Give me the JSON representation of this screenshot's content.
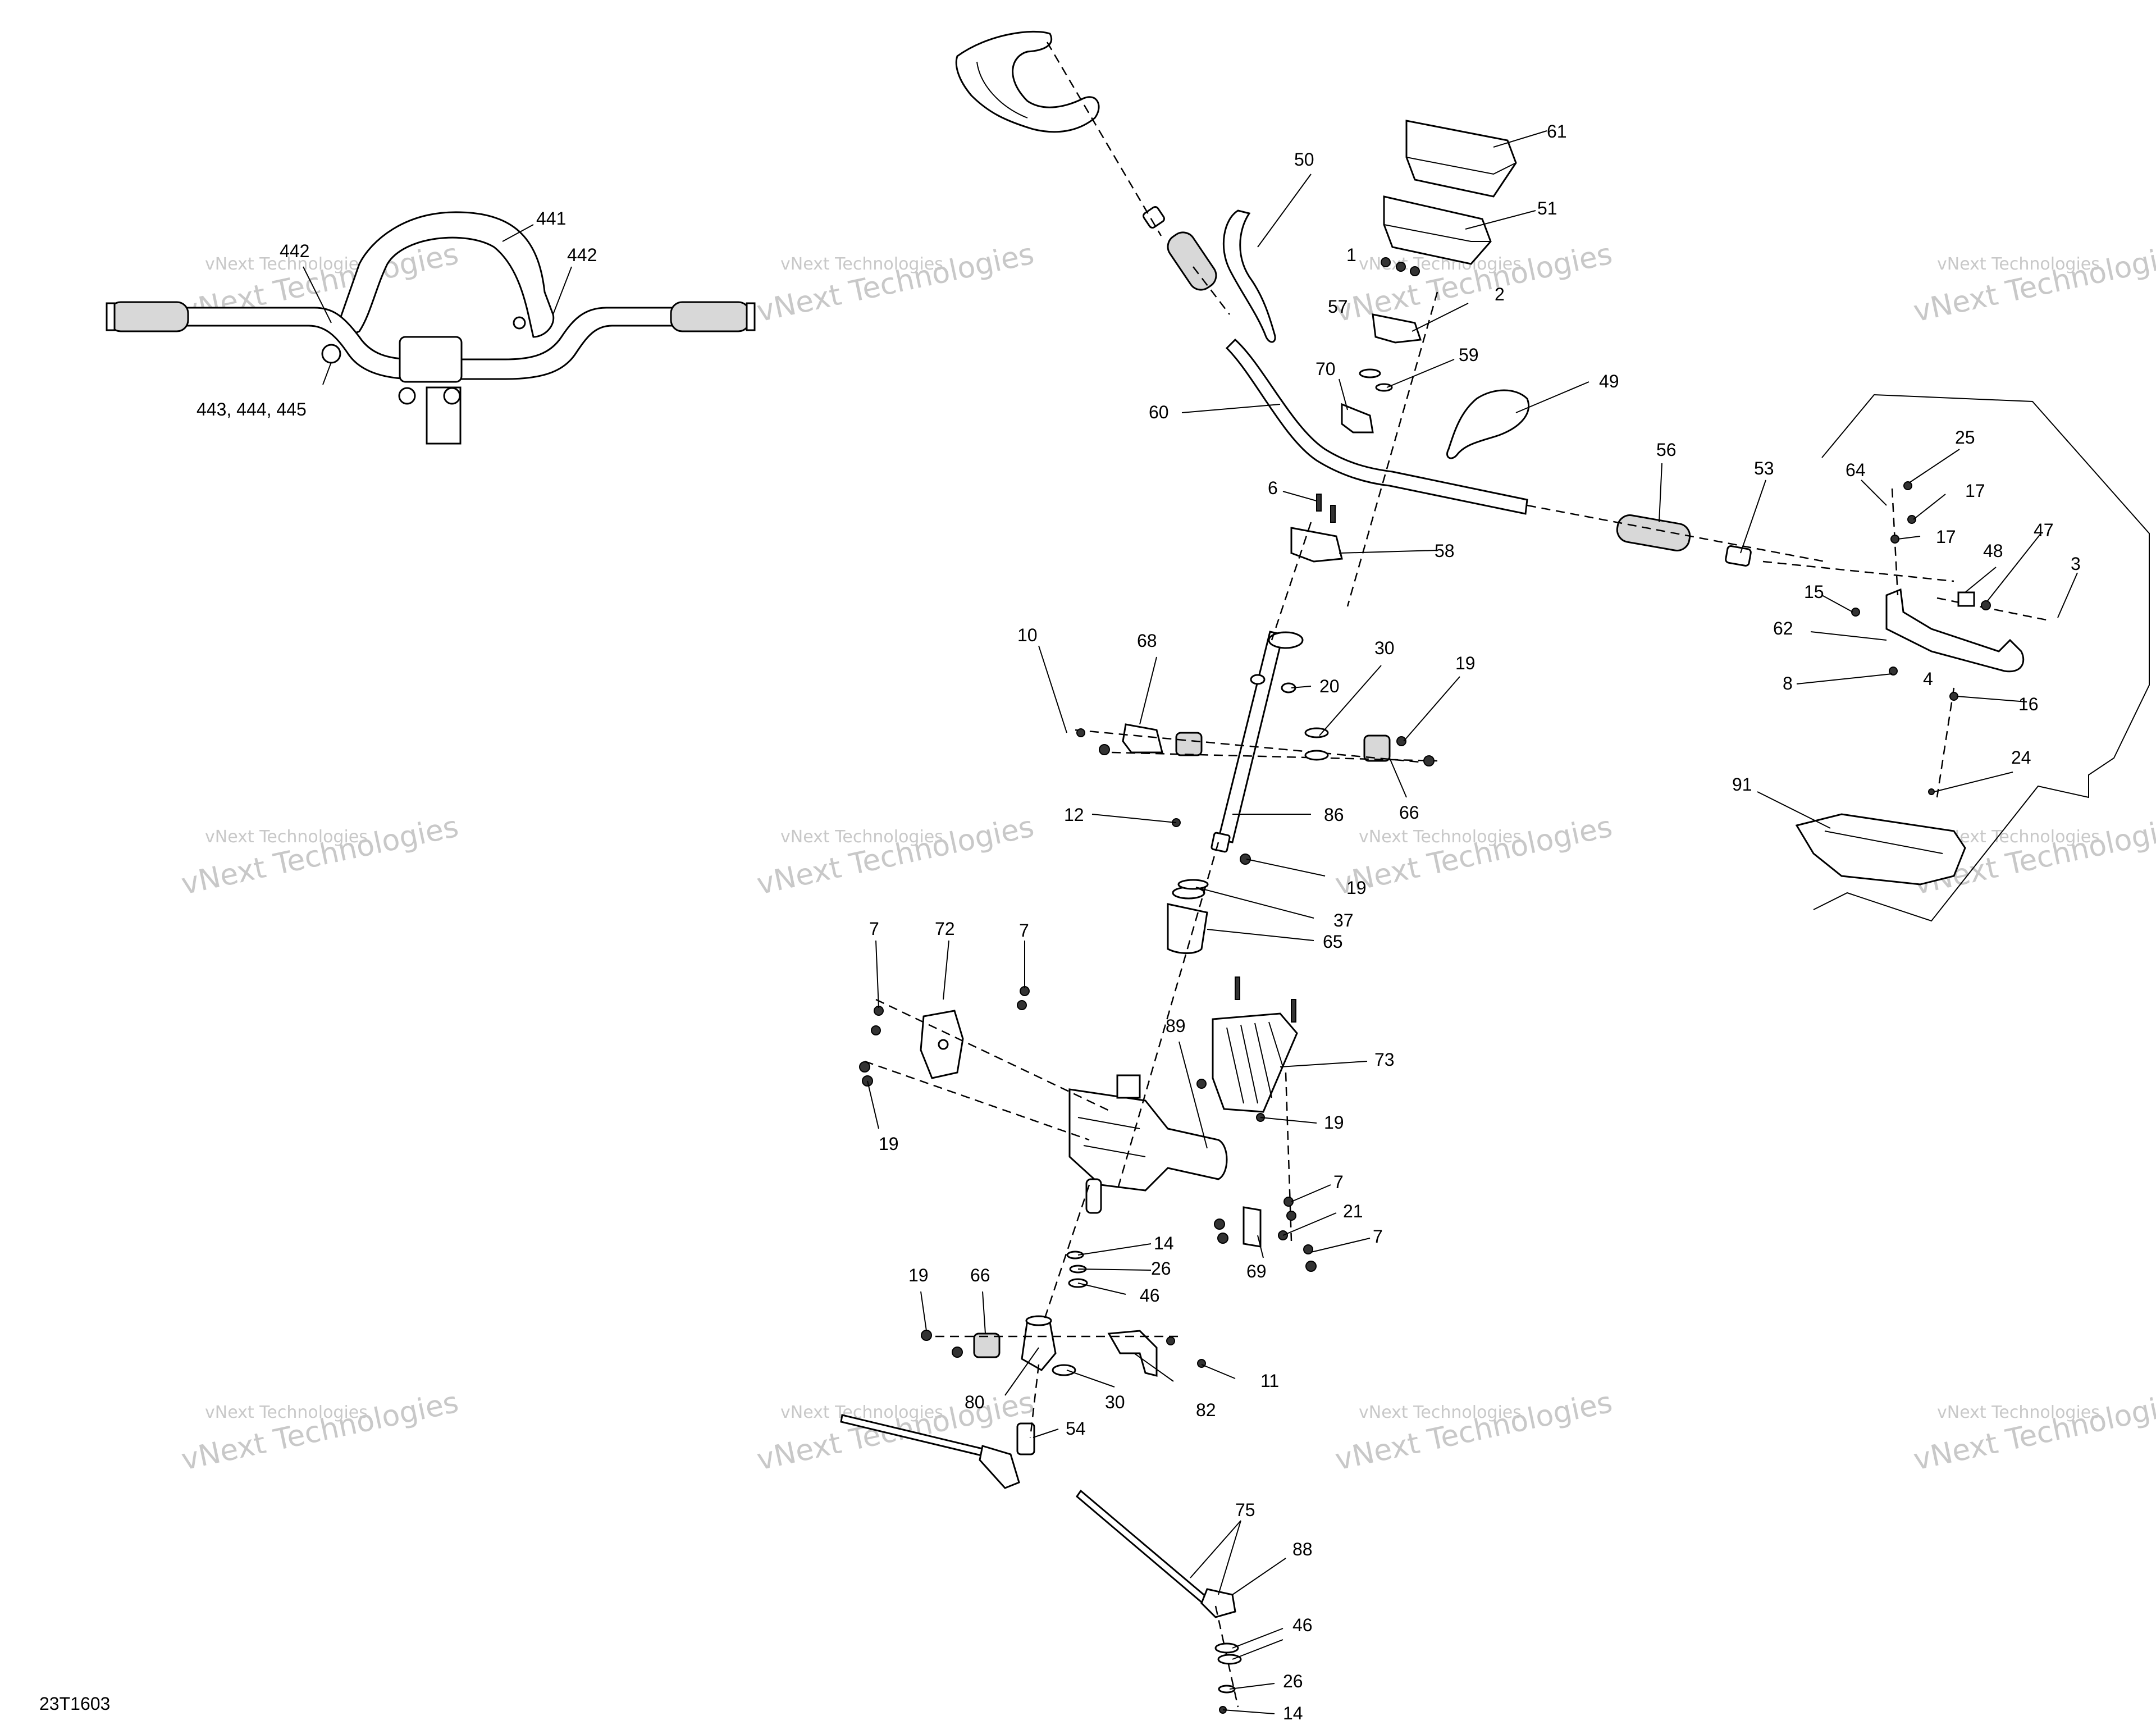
{
  "diagram": {
    "code": "23T1603",
    "watermark_line1": "vNext Technologies",
    "watermark_line2_a": "vNext",
    "watermark_line2_b": "Technologies"
  },
  "callouts": [
    {
      "id": "441",
      "label": "441"
    },
    {
      "id": "442a",
      "label": "442"
    },
    {
      "id": "442b",
      "label": "442"
    },
    {
      "id": "443",
      "label": "443, 444, 445"
    },
    {
      "id": "61",
      "label": "61"
    },
    {
      "id": "50",
      "label": "50"
    },
    {
      "id": "51",
      "label": "51"
    },
    {
      "id": "1",
      "label": "1"
    },
    {
      "id": "2",
      "label": "2"
    },
    {
      "id": "57",
      "label": "57"
    },
    {
      "id": "59",
      "label": "59"
    },
    {
      "id": "70",
      "label": "70"
    },
    {
      "id": "49",
      "label": "49"
    },
    {
      "id": "60",
      "label": "60"
    },
    {
      "id": "56",
      "label": "56"
    },
    {
      "id": "53",
      "label": "53"
    },
    {
      "id": "25",
      "label": "25"
    },
    {
      "id": "64",
      "label": "64"
    },
    {
      "id": "17a",
      "label": "17"
    },
    {
      "id": "17b",
      "label": "17"
    },
    {
      "id": "6",
      "label": "6"
    },
    {
      "id": "58",
      "label": "58"
    },
    {
      "id": "47",
      "label": "47"
    },
    {
      "id": "48",
      "label": "48"
    },
    {
      "id": "3",
      "label": "3"
    },
    {
      "id": "15",
      "label": "15"
    },
    {
      "id": "62",
      "label": "62"
    },
    {
      "id": "8",
      "label": "8"
    },
    {
      "id": "4",
      "label": "4"
    },
    {
      "id": "16",
      "label": "16"
    },
    {
      "id": "24",
      "label": "24"
    },
    {
      "id": "91",
      "label": "91"
    },
    {
      "id": "10",
      "label": "10"
    },
    {
      "id": "68",
      "label": "68"
    },
    {
      "id": "30a",
      "label": "30"
    },
    {
      "id": "19a",
      "label": "19"
    },
    {
      "id": "20",
      "label": "20"
    },
    {
      "id": "66a",
      "label": "66"
    },
    {
      "id": "12",
      "label": "12"
    },
    {
      "id": "86",
      "label": "86"
    },
    {
      "id": "19b",
      "label": "19"
    },
    {
      "id": "37",
      "label": "37"
    },
    {
      "id": "65",
      "label": "65"
    },
    {
      "id": "7a",
      "label": "7"
    },
    {
      "id": "72",
      "label": "72"
    },
    {
      "id": "7b",
      "label": "7"
    },
    {
      "id": "89",
      "label": "89"
    },
    {
      "id": "73",
      "label": "73"
    },
    {
      "id": "19c",
      "label": "19"
    },
    {
      "id": "19d",
      "label": "19"
    },
    {
      "id": "7c",
      "label": "7"
    },
    {
      "id": "21",
      "label": "21"
    },
    {
      "id": "7d",
      "label": "7"
    },
    {
      "id": "69",
      "label": "69"
    },
    {
      "id": "14a",
      "label": "14"
    },
    {
      "id": "26a",
      "label": "26"
    },
    {
      "id": "46a",
      "label": "46"
    },
    {
      "id": "19e",
      "label": "19"
    },
    {
      "id": "66b",
      "label": "66"
    },
    {
      "id": "11",
      "label": "11"
    },
    {
      "id": "80",
      "label": "80"
    },
    {
      "id": "30b",
      "label": "30"
    },
    {
      "id": "82",
      "label": "82"
    },
    {
      "id": "54",
      "label": "54"
    },
    {
      "id": "75",
      "label": "75"
    },
    {
      "id": "88",
      "label": "88"
    },
    {
      "id": "46b",
      "label": "46"
    },
    {
      "id": "26b",
      "label": "26"
    },
    {
      "id": "14b",
      "label": "14"
    }
  ]
}
